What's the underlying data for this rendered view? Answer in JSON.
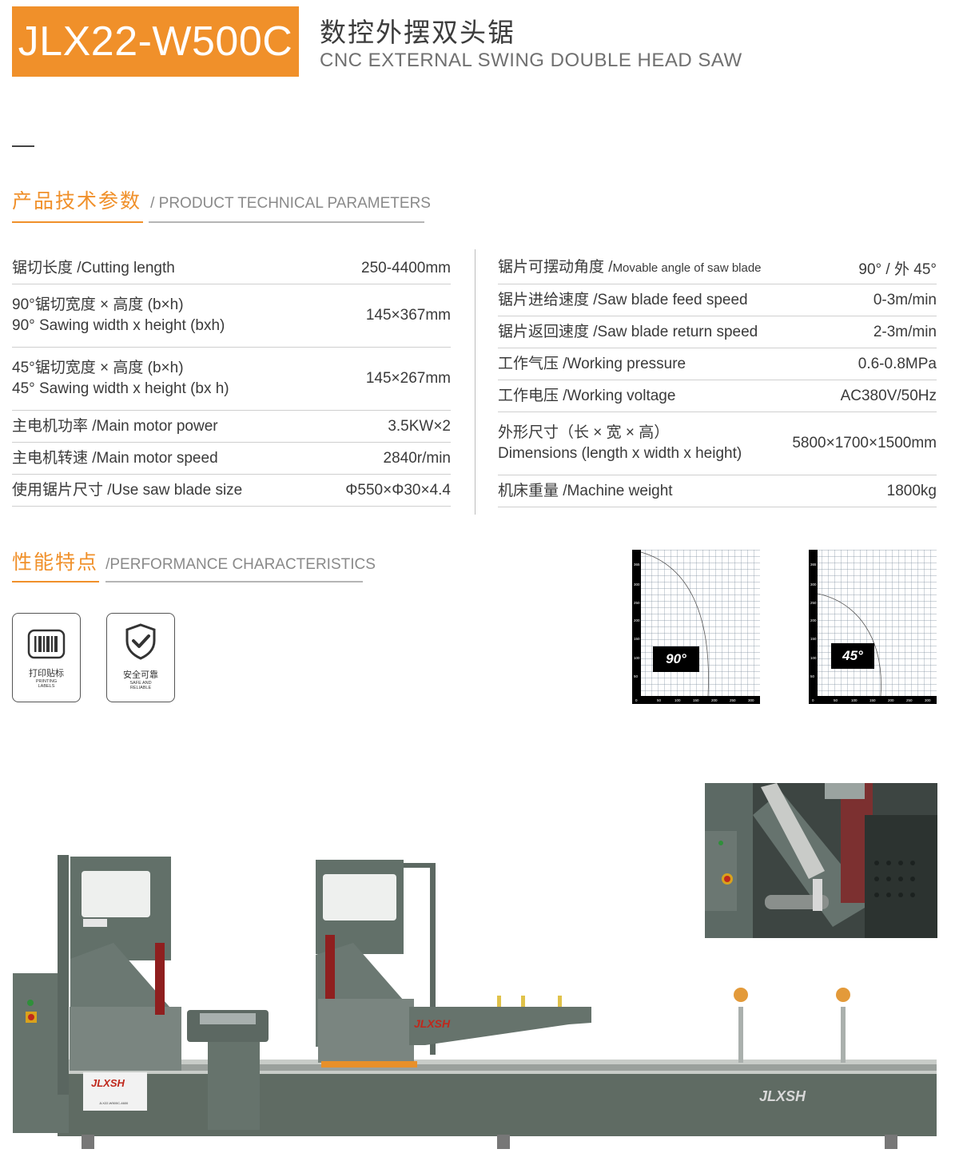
{
  "header": {
    "model": "JLX22-W500C",
    "title_cn": "数控外摆双头锯",
    "title_en": "CNC EXTERNAL SWING DOUBLE HEAD SAW"
  },
  "params_section": {
    "title_cn": "产品技术参数",
    "title_en": "/ PRODUCT TECHNICAL PARAMETERS"
  },
  "params_left": [
    {
      "label": "锯切长度 /Cutting length",
      "value": "250-4400mm"
    },
    {
      "label": "90°锯切宽度 × 高度 (b×h)",
      "label2": "90° Sawing width x height (bxh)",
      "value": "145×367mm"
    },
    {
      "label": "45°锯切宽度 × 高度 (b×h)",
      "label2": "45° Sawing width x height (bx h)",
      "value": "145×267mm"
    },
    {
      "label": "主电机功率 /Main motor power",
      "value": "3.5KW×2"
    },
    {
      "label": "主电机转速 /Main motor speed",
      "value": "2840r/min"
    },
    {
      "label": "使用锯片尺寸 /Use saw blade size",
      "value": "Φ550×Φ30×4.4"
    }
  ],
  "params_right": [
    {
      "label": "锯片可摆动角度 /",
      "label_small": "Movable angle of saw blade",
      "value": "90° / 外 45°"
    },
    {
      "label": "锯片进给速度 /Saw blade feed speed",
      "value": "0-3m/min"
    },
    {
      "label": "锯片返回速度 /Saw blade return speed",
      "value": "2-3m/min"
    },
    {
      "label": "工作气压 /Working pressure",
      "value": "0.6-0.8MPa"
    },
    {
      "label": "工作电压 /Working voltage",
      "value": "AC380V/50Hz"
    },
    {
      "label": "外形尺寸（长 × 宽 × 高）",
      "label2": "Dimensions (length x width x height)",
      "value": "5800×1700×1500mm"
    },
    {
      "label": "机床重量 /Machine weight",
      "value": "1800kg"
    }
  ],
  "perf_section": {
    "title_cn": "性能特点",
    "title_en": "/PERFORMANCE CHARACTERISTICS"
  },
  "features": [
    {
      "icon": "barcode-icon",
      "cn": "打印贴标",
      "en1": "PRINTING",
      "en2": "LABELS"
    },
    {
      "icon": "shield-check-icon",
      "cn": "安全可靠",
      "en1": "SAFE AND",
      "en2": "RELIABLE"
    }
  ],
  "graphs": [
    {
      "label": "90°",
      "y_ticks": [
        "365",
        "300",
        "250",
        "200",
        "150",
        "100",
        "50"
      ],
      "x_ticks": [
        "0",
        "50",
        "100",
        "150",
        "200",
        "250",
        "300"
      ]
    },
    {
      "label": "45°",
      "y_ticks": [
        "365",
        "300",
        "250",
        "200",
        "150",
        "100",
        "50"
      ],
      "x_ticks": [
        "0",
        "50",
        "100",
        "150",
        "200",
        "250",
        "300"
      ]
    }
  ],
  "brand": {
    "logo": "JLXSH",
    "plate_model": "JLX22-W500C-4600"
  },
  "colors": {
    "accent": "#f0902a",
    "machine_body": "#5f6b63",
    "rail": "#c8ccc8"
  }
}
